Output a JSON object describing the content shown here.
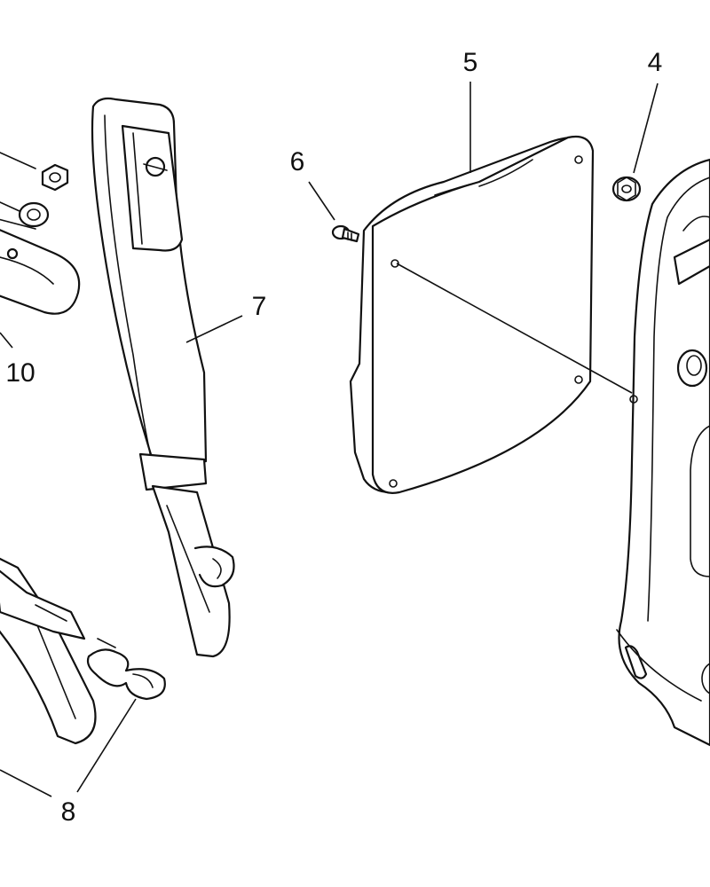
{
  "diagram": {
    "callouts": {
      "c4": "4",
      "c5": "5",
      "c6": "6",
      "c7": "7",
      "c8": "8",
      "c10": "10"
    }
  }
}
